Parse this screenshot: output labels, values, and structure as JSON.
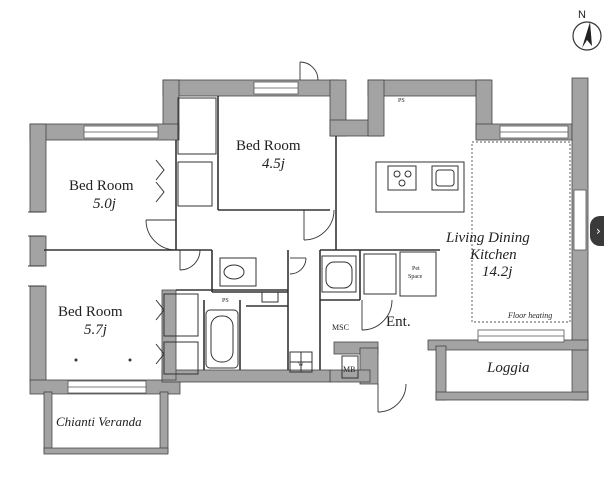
{
  "compass": {
    "label": "N"
  },
  "rooms": {
    "bed_north": {
      "name": "Bed Room",
      "size": "4.5j"
    },
    "bed_west": {
      "name": "Bed Room",
      "size": "5.0j"
    },
    "bed_south": {
      "name": "Bed Room",
      "size": "5.7j"
    },
    "ldk": {
      "name_line1": "Living Dining",
      "name_line2": "Kitchen",
      "size": "14.2j"
    },
    "loggia": {
      "name": "Loggia"
    },
    "veranda": {
      "name": "Chianti Veranda"
    },
    "entrance": {
      "name": "Ent."
    }
  },
  "labels": {
    "floor_heating": "Floor heating",
    "msc": "MSC",
    "mb": "MB",
    "ps_top": "PS",
    "ps_bath": "PS",
    "pet_space_line1": "Pet",
    "pet_space_line2": "Space",
    "washer": "W"
  },
  "nav": {
    "next_icon": "chevron-right-icon"
  }
}
